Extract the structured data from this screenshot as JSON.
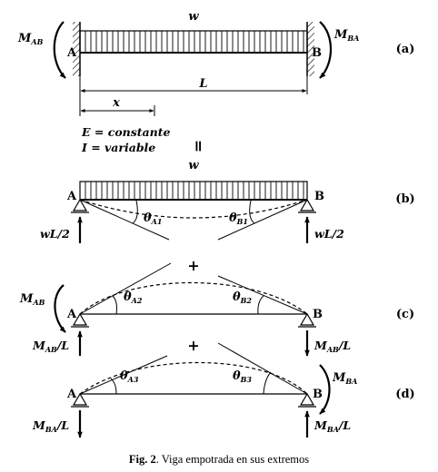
{
  "parts": {
    "a": {
      "tag": "(a)",
      "load": "w",
      "moment_left": "M",
      "moment_left_sub": "AB",
      "moment_right": "M",
      "moment_right_sub": "BA",
      "node_a": "A",
      "node_b": "B",
      "length": "L",
      "position": "x",
      "property_e": "E = constante",
      "property_i": "I = variable"
    },
    "equals": "=",
    "b": {
      "tag": "(b)",
      "load": "w",
      "node_a": "A",
      "node_b": "B",
      "angle_a": "θ",
      "angle_a_sub": "A1",
      "angle_b": "θ",
      "angle_b_sub": "B1",
      "reaction_left": "wL/2",
      "reaction_right": "wL/2"
    },
    "plus_1": "+",
    "c": {
      "tag": "(c)",
      "moment": "M",
      "moment_sub": "AB",
      "node_a": "A",
      "node_b": "B",
      "angle_a": "θ",
      "angle_a_sub": "A2",
      "angle_b": "θ",
      "angle_b_sub": "B2",
      "reaction_left": "M",
      "reaction_left_sub": "AB",
      "reaction_left_tail": "/L",
      "reaction_right": "M",
      "reaction_right_sub": "AB",
      "reaction_right_tail": "/L"
    },
    "plus_2": "+",
    "d": {
      "tag": "(d)",
      "moment": "M",
      "moment_sub": "BA",
      "node_a": "A",
      "node_b": "B",
      "angle_a": "θ",
      "angle_a_sub": "A3",
      "angle_b": "θ",
      "angle_b_sub": "B3",
      "reaction_left": "M",
      "reaction_left_sub": "BA",
      "reaction_left_tail": "/L",
      "reaction_right": "M",
      "reaction_right_sub": "BA",
      "reaction_right_tail": "/L"
    }
  },
  "caption": {
    "label": "Fig. 2",
    "text": ". Viga empotrada en sus extremos"
  }
}
